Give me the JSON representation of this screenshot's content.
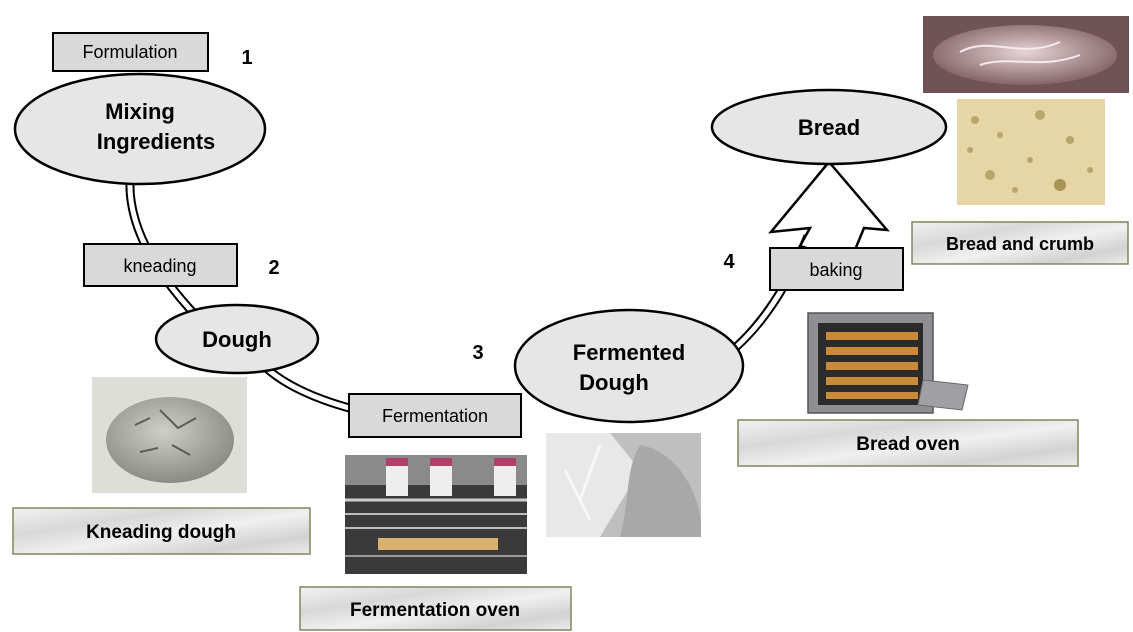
{
  "steps": {
    "formulation": "Formulation",
    "kneading": "kneading",
    "fermentation": "Fermentation",
    "baking": "baking"
  },
  "stages": {
    "mixing_line1": "Mixing",
    "mixing_line2": "Ingredients",
    "dough": "Dough",
    "fermented_line1": "Fermented",
    "fermented_line2": "Dough",
    "bread": "Bread"
  },
  "numbers": {
    "n1": "1",
    "n2": "2",
    "n3": "3",
    "n4": "4"
  },
  "captions": {
    "kneading_dough": "Kneading dough",
    "fermentation_oven": "Fermentation oven",
    "bread_oven": "Bread oven",
    "bread_crumb": "Bread and crumb"
  },
  "colors": {
    "box_fill": "#d9d9d9",
    "ellipse_fill": "#e6e6e6",
    "caption_fill": "#e4e4e4",
    "caption_border": "#7a8a5a",
    "stroke": "#000000"
  }
}
